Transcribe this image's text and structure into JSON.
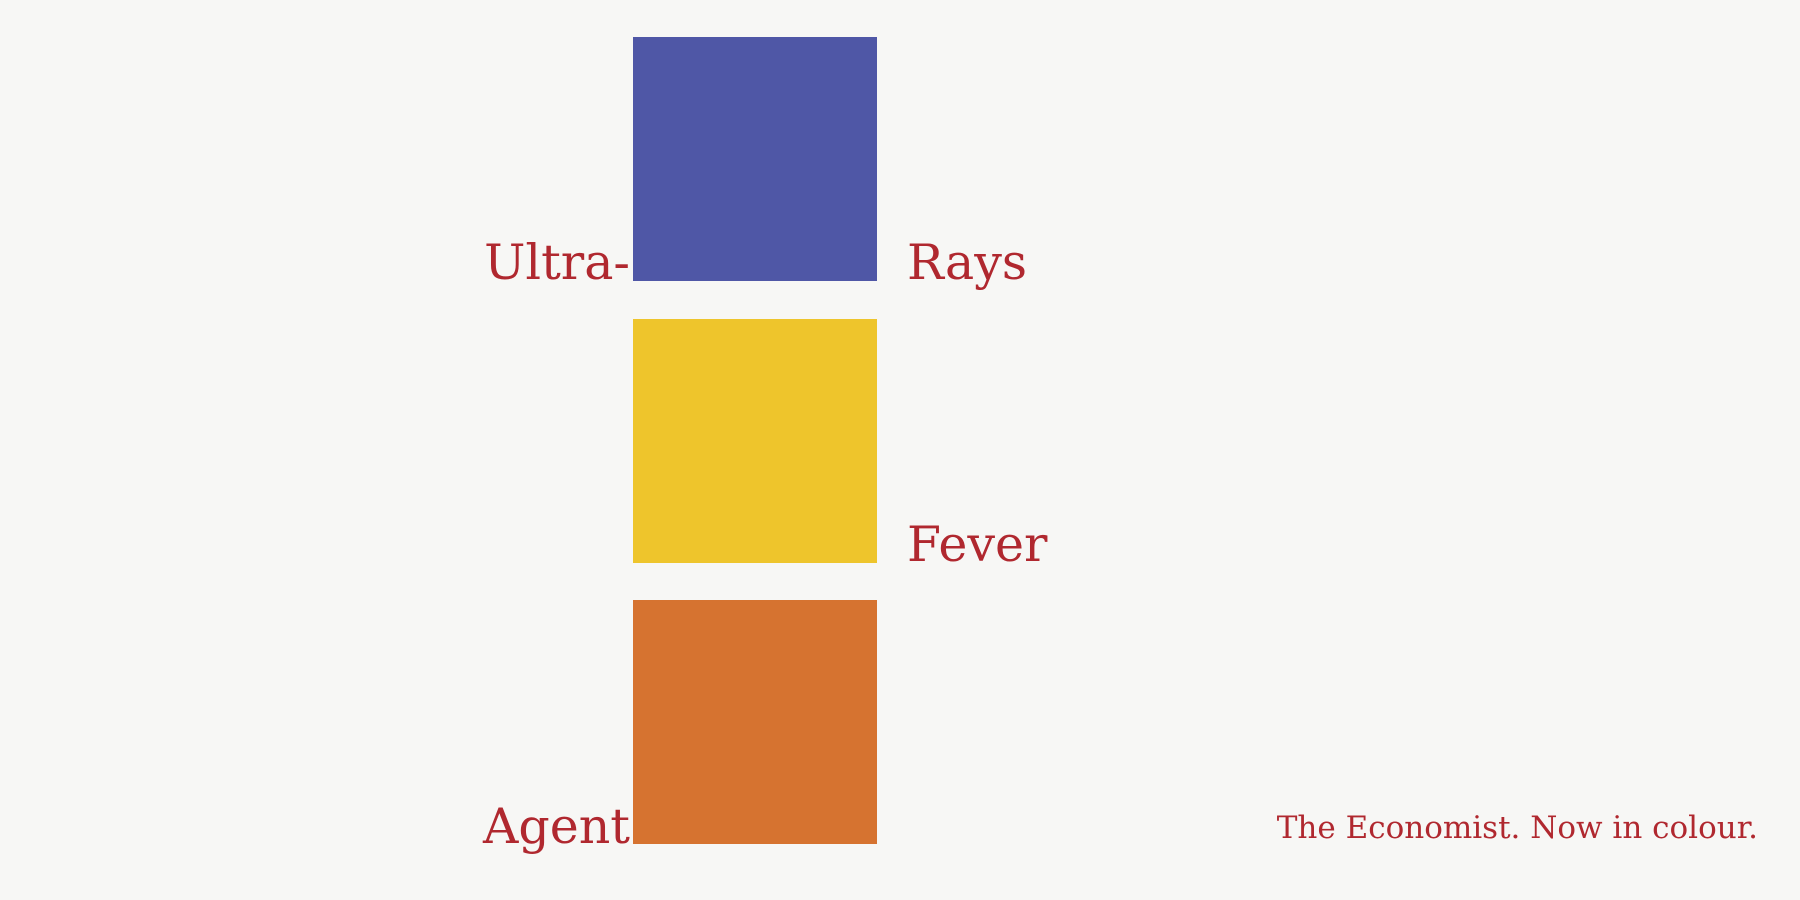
{
  "colors": {
    "background": "#f7f7f5",
    "text": "#b0282f",
    "blue": "#4f57a6",
    "yellow": "#eec52c",
    "orange": "#d67330"
  },
  "swatches": [
    {
      "name": "blue-swatch",
      "color": "#4f57a6"
    },
    {
      "name": "yellow-swatch",
      "color": "#eec52c"
    },
    {
      "name": "orange-swatch",
      "color": "#d67330"
    }
  ],
  "words": {
    "ultra": "Ultra-",
    "rays": "Rays",
    "fever": "Fever",
    "agent": "Agent"
  },
  "tagline": "The Economist. Now in colour."
}
